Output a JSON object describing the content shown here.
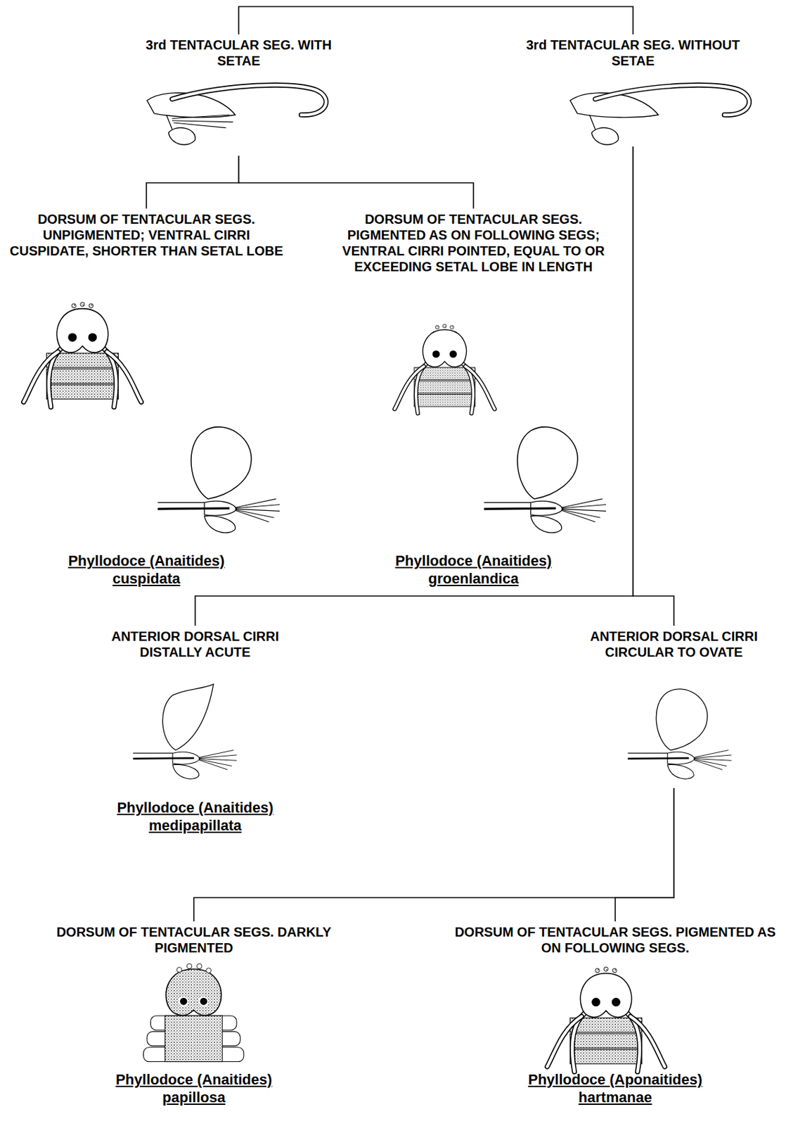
{
  "diagram": {
    "nodes": [
      {
        "text": [
          "3rd TENTACULAR SEG. WITH SETAE"
        ]
      },
      {
        "text": [
          "3rd TENTACULAR SEG. WITHOUT SETAE"
        ]
      },
      {
        "text": [
          "DORSUM OF TENTACULAR SEGS. UNPIGMENTED; VENTRAL CIRRI CUSPIDATE, SHORTER THAN SETAL LOBE",
          "Phyllodoce (Anaitides) cuspidata"
        ]
      },
      {
        "text": [
          "DORSUM OF TENTACULAR SEGS. PIGMENTED AS ON FOLLOWING SEGS; VENTRAL CIRRI POINTED, EQUAL TO OR EXCEEDING SETAL LOBE IN LENGTH",
          "Phyllodoce (Anaitides) groenlandica"
        ]
      },
      {
        "text": [
          "ANTERIOR DORSAL CIRRI DISTALLY ACUTE",
          "Phyllodoce (Anaitides) medipapillata"
        ]
      },
      {
        "text": [
          "ANTERIOR DORSAL CIRRI CIRCULAR TO OVATE"
        ]
      },
      {
        "text": [
          "DORSUM OF TENTACULAR SEGS. DARKLY PIGMENTED",
          "Phyllodoce (Anaitides) papillosa"
        ]
      },
      {
        "text": [
          "DORSUM OF TENTACULAR SEGS. PIGMENTED AS ON FOLLOWING SEGS.",
          "Phyllodoce (Aponaitides) hartmanae"
        ]
      }
    ],
    "edges": [
      {
        "from": 0,
        "to": 1,
        "arrow": "none"
      },
      {
        "from": 0,
        "to": 2,
        "arrow": "none"
      },
      {
        "from": 0,
        "to": 3,
        "arrow": "none"
      },
      {
        "from": 1,
        "to": 4,
        "arrow": "none"
      },
      {
        "from": 1,
        "to": 5,
        "arrow": "none"
      },
      {
        "from": 5,
        "to": 6,
        "arrow": "none"
      },
      {
        "from": 5,
        "to": 7,
        "arrow": "none"
      }
    ]
  }
}
